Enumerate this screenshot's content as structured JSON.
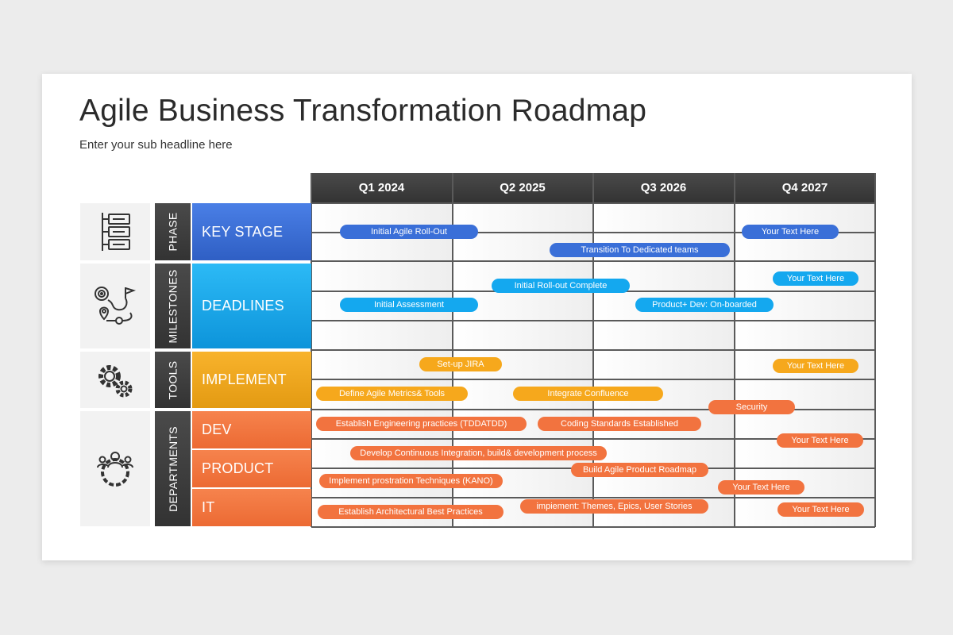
{
  "title": "Agile Business Transformation Roadmap",
  "subtitle": "Enter your sub headline here",
  "quarters": [
    "Q1  2024",
    "Q2 2025",
    "Q3 2026",
    "Q4 2027"
  ],
  "groups": {
    "phase": {
      "label": "PHASE",
      "icon": "roadmap-list-icon"
    },
    "milestones": {
      "label": "MILESTONES",
      "icon": "route-target-icon"
    },
    "tools": {
      "label": "TOOLS",
      "icon": "gears-icon"
    },
    "departments": {
      "label": "DEPARTMENTS",
      "icon": "team-gear-icon"
    }
  },
  "categories": {
    "key_stage": {
      "label": "KEY STAGE",
      "color": "#3a6fd8"
    },
    "deadlines": {
      "label": "DEADLINES",
      "color": "#14a8ef"
    },
    "implement": {
      "label": "IMPLEMENT",
      "color": "#f6a81c"
    },
    "dev": {
      "label": "DEV",
      "color": "#f2733f"
    },
    "product": {
      "label": "PRODUCT",
      "color": "#f2733f"
    },
    "it": {
      "label": "IT",
      "color": "#f2733f"
    }
  },
  "tasks": {
    "t1": "Initial Agile Roll-Out",
    "t2": "Your Text Here",
    "t3": "Transition To Dedicated teams",
    "t4": "Initial Roll-out Complete",
    "t5": "Your Text Here",
    "t6": "Initial Assessment",
    "t7": "Product+ Dev: On-boarded",
    "t8": "Set-up JIRA",
    "t9": "Your Text Here",
    "t10": "Define Agile Metrics& Tools",
    "t11": "Integrate Confluence",
    "t12": "Security",
    "t13": "Establish Engineering practices (TDDATDD)",
    "t14": "Coding Standards Established",
    "t15": "Your Text Here",
    "t16": "Develop Continuous Integration, build& development process",
    "t17": "Build Agile Product Roadmap",
    "t18": "Implement prostration Techniques (KANO)",
    "t19": "Your Text Here",
    "t20": "impiement: Themes, Epics, User Stories",
    "t21": "Establish Architectural Best Practices",
    "t22": "Your Text Here"
  }
}
